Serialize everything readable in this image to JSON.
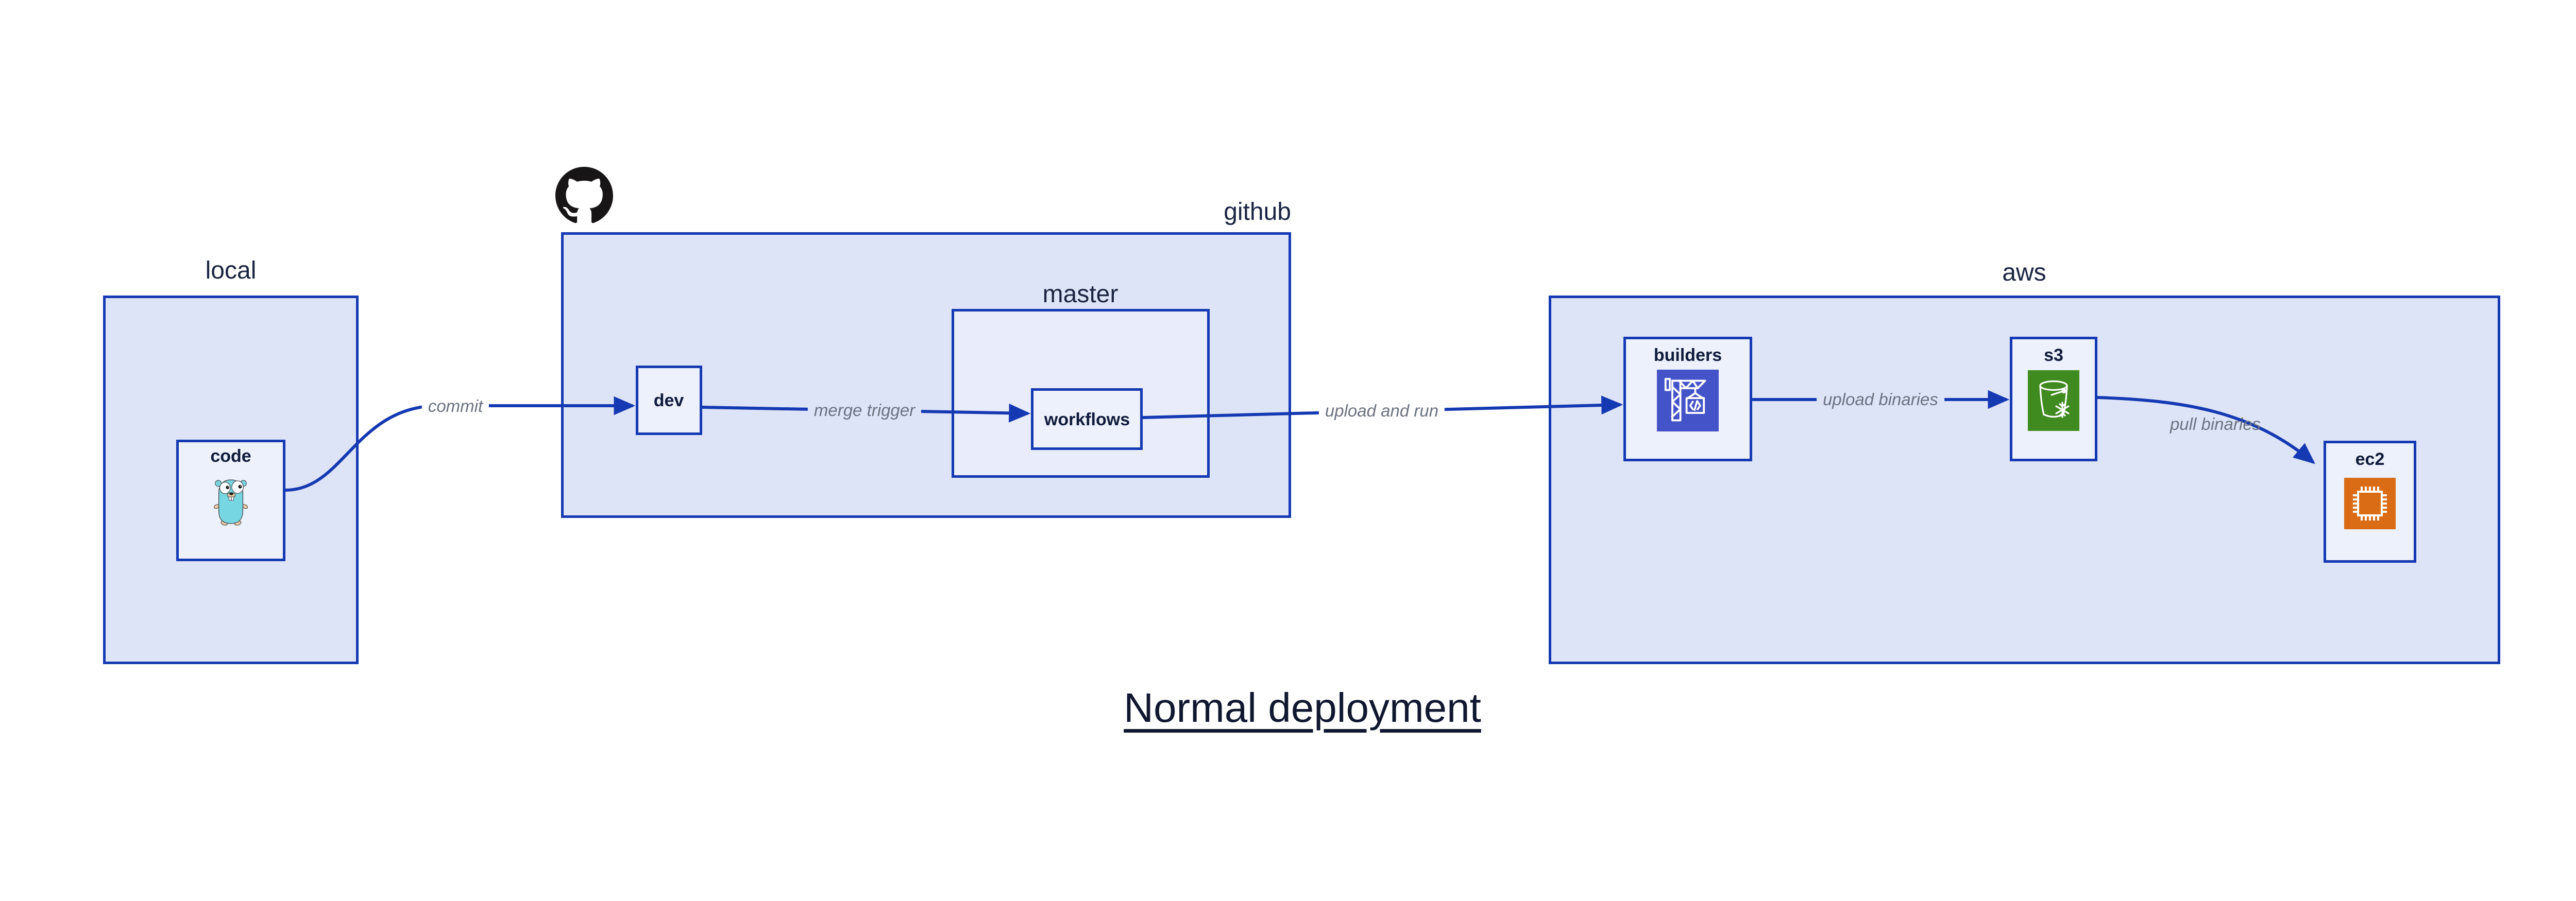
{
  "title": {
    "text": "Normal deployment"
  },
  "containers": {
    "local": {
      "label": "local"
    },
    "github": {
      "label": "github",
      "logo_icon": "github-octocat-icon"
    },
    "master": {
      "label": "master"
    },
    "aws": {
      "label": "aws"
    }
  },
  "nodes": {
    "code": {
      "label": "code",
      "icon": "go-gopher-icon"
    },
    "dev": {
      "label": "dev"
    },
    "workflows": {
      "label": "workflows"
    },
    "builders": {
      "label": "builders",
      "icon": "aws-codebuild-icon"
    },
    "s3": {
      "label": "s3",
      "icon": "aws-s3-glacier-bucket-icon"
    },
    "ec2": {
      "label": "ec2",
      "icon": "aws-ec2-chip-icon"
    }
  },
  "edges": [
    {
      "from": "code",
      "to": "dev",
      "label": "commit"
    },
    {
      "from": "dev",
      "to": "workflows",
      "label": "merge trigger"
    },
    {
      "from": "workflows",
      "to": "builders",
      "label": "upload and run"
    },
    {
      "from": "builders",
      "to": "s3",
      "label": "upload binaries"
    },
    {
      "from": "s3",
      "to": "ec2",
      "label": "pull binaries"
    }
  ],
  "colors": {
    "border_blue": "#1539b2",
    "container_fill": "#dee4f8",
    "master_fill": "#e8ecfb",
    "node_fill": "#edf1fc",
    "edge_label_gray": "#6b7280",
    "container_label_navy": "#1b2440",
    "title_navy": "#10172f",
    "codebuild_indigo": "#4453c8",
    "glacier_green": "#3f8b1f",
    "ec2_orange": "#d96c15",
    "octocat_black": "#171515",
    "gopher_teal": "#76d7e2"
  }
}
